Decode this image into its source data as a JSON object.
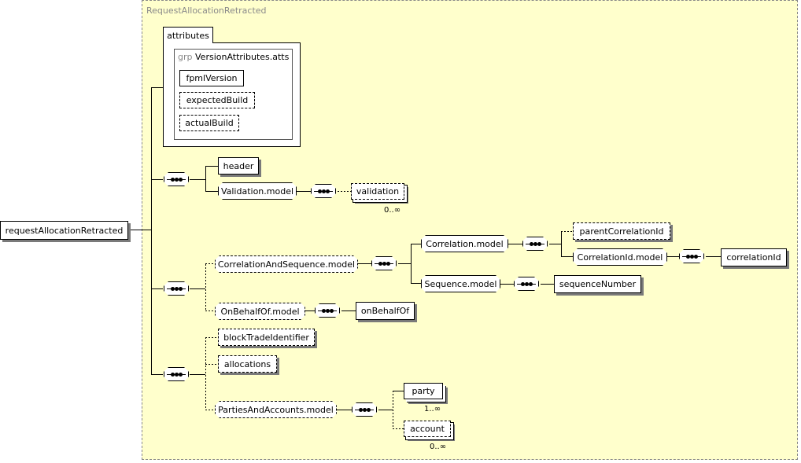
{
  "diagram": {
    "container_title": "RequestAllocationRetracted",
    "root_element": "requestAllocationRetracted",
    "attributes": {
      "tab_label": "attributes",
      "group_keyword": "grp",
      "group_name": "VersionAttributes.atts",
      "items": [
        "fpmlVersion",
        "expectedBuild",
        "actualBuild"
      ]
    },
    "nodes": {
      "header": "header",
      "validation_model": "Validation.model",
      "validation": "validation",
      "validation_occurs": "0..∞",
      "correlation_and_sequence_model": "CorrelationAndSequence.model",
      "correlation_model": "Correlation.model",
      "parent_correlation_id": "parentCorrelationId",
      "correlation_id_model": "CorrelationId.model",
      "correlation_id": "correlationId",
      "sequence_model": "Sequence.model",
      "sequence_number": "sequenceNumber",
      "on_behalf_of_model": "OnBehalfOf.model",
      "on_behalf_of": "onBehalfOf",
      "block_trade_identifier": "blockTradeIdentifier",
      "allocations": "allocations",
      "parties_and_accounts_model": "PartiesAndAccounts.model",
      "party": "party",
      "party_occurs": "1..∞",
      "account": "account",
      "account_occurs": "0..∞"
    }
  }
}
